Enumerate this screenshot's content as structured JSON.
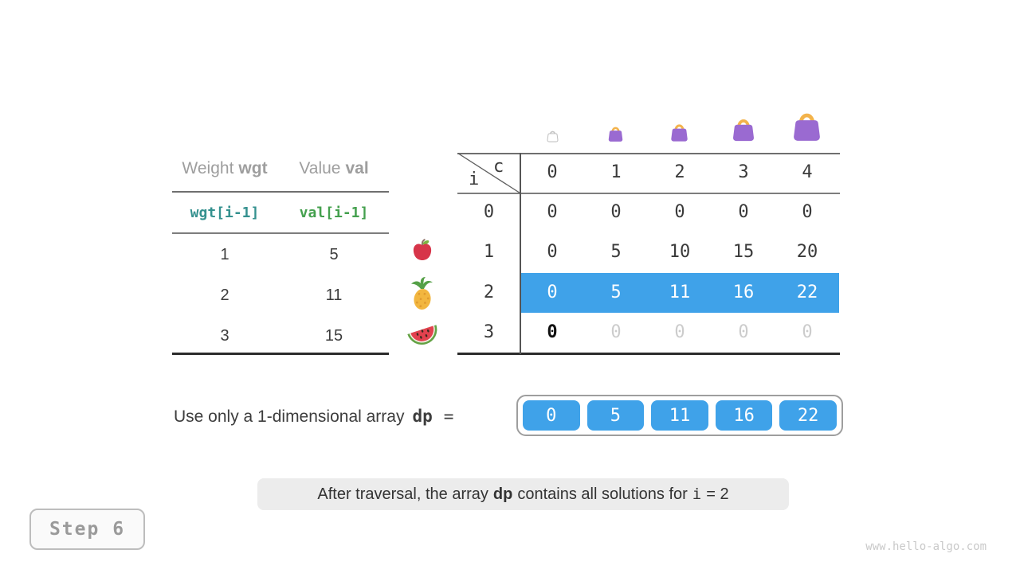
{
  "page": {
    "watermark": "www.hello-algo.com",
    "background": "#ffffff"
  },
  "items_table": {
    "col1_header": {
      "regular": "Weight",
      "bold": "wgt"
    },
    "col2_header": {
      "regular": "Value",
      "bold": "val"
    },
    "formula_row": {
      "weight": "wgt[i-1]",
      "value": "val[i-1]"
    },
    "rows": [
      {
        "weight": "1",
        "value": "5"
      },
      {
        "weight": "2",
        "value": "11"
      },
      {
        "weight": "3",
        "value": "15"
      }
    ]
  },
  "fruit_icons": [
    "apple-icon",
    "pineapple-icon",
    "watermelon-icon"
  ],
  "bag_icons": [
    "empty-bag-icon",
    "small-bag-icon",
    "medium-bag-icon",
    "large-bag-icon",
    "xlarge-bag-icon"
  ],
  "dp_table": {
    "corner": {
      "col": "c",
      "row": "i"
    },
    "col_headers": [
      "0",
      "1",
      "2",
      "3",
      "4"
    ],
    "rows": [
      {
        "label": "0",
        "cells": [
          "0",
          "0",
          "0",
          "0",
          "0"
        ],
        "state": "normal"
      },
      {
        "label": "1",
        "cells": [
          "0",
          "5",
          "10",
          "15",
          "20"
        ],
        "state": "normal"
      },
      {
        "label": "2",
        "cells": [
          "0",
          "5",
          "11",
          "16",
          "22"
        ],
        "state": "highlighted"
      },
      {
        "label": "3",
        "cells": [
          "0",
          "0",
          "0",
          "0",
          "0"
        ],
        "state": "pending-first-emphasized"
      }
    ]
  },
  "dp_line": {
    "prefix": "Use only a 1-dimensional array",
    "var": "dp",
    "equals": "="
  },
  "dp_array": {
    "values": [
      "0",
      "5",
      "11",
      "16",
      "22"
    ]
  },
  "caption": {
    "prefix": "After traversal, the array",
    "code_bold": "dp",
    "middle": "contains all solutions for",
    "code": "i",
    "suffix": "= 2"
  },
  "step_badge": {
    "label": "Step 6"
  },
  "colors": {
    "highlight_blue": "#3fa2e9",
    "teal": "#35918f",
    "green": "#44a04e",
    "bag_purple": "#9a6ad1",
    "bag_handle": "#f3b34c",
    "grid_line": "#6f6f6f",
    "grid_line_dark": "#2b2b2b",
    "muted_zero": "#cccccc",
    "gray_header": "#9e9e9e",
    "dark_text": "#3a3a3a"
  }
}
